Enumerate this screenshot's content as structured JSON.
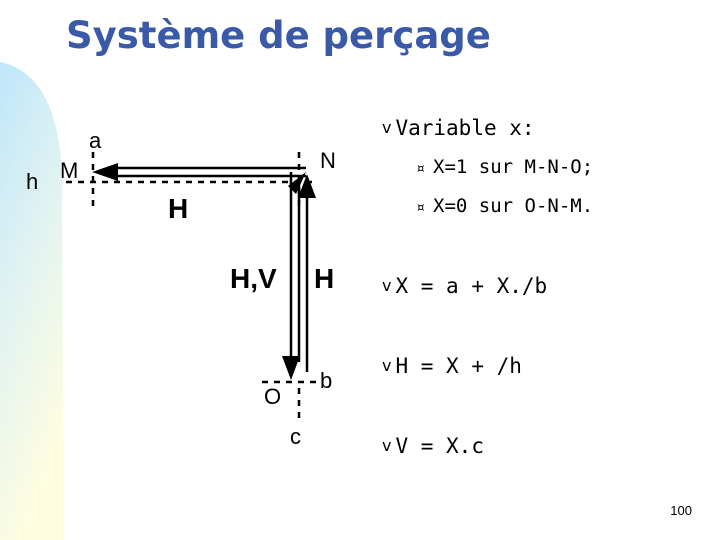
{
  "slide": {
    "title": "Système de perçage",
    "page_number": "100",
    "colors": {
      "title": "#3a5aa8",
      "decor_gradient_start": "#bfe6fb",
      "decor_gradient_end": "#fffde0"
    }
  },
  "diagram": {
    "labels": {
      "a": "a",
      "h": "h",
      "M": "M",
      "N": "N",
      "H_top": "H",
      "HV": "H,V",
      "H_right": "H",
      "O": "O",
      "b": "b",
      "c": "c"
    }
  },
  "bullets": {
    "marker": "v",
    "sub_marker": "¤",
    "variable": "Variable x:",
    "sub1": "X=1 sur M-N-O;",
    "sub2": "X=0 sur O-N-M.",
    "eq_x": "X = a + X./b",
    "eq_h": "H = X + /h",
    "eq_v": "V = X.c"
  }
}
